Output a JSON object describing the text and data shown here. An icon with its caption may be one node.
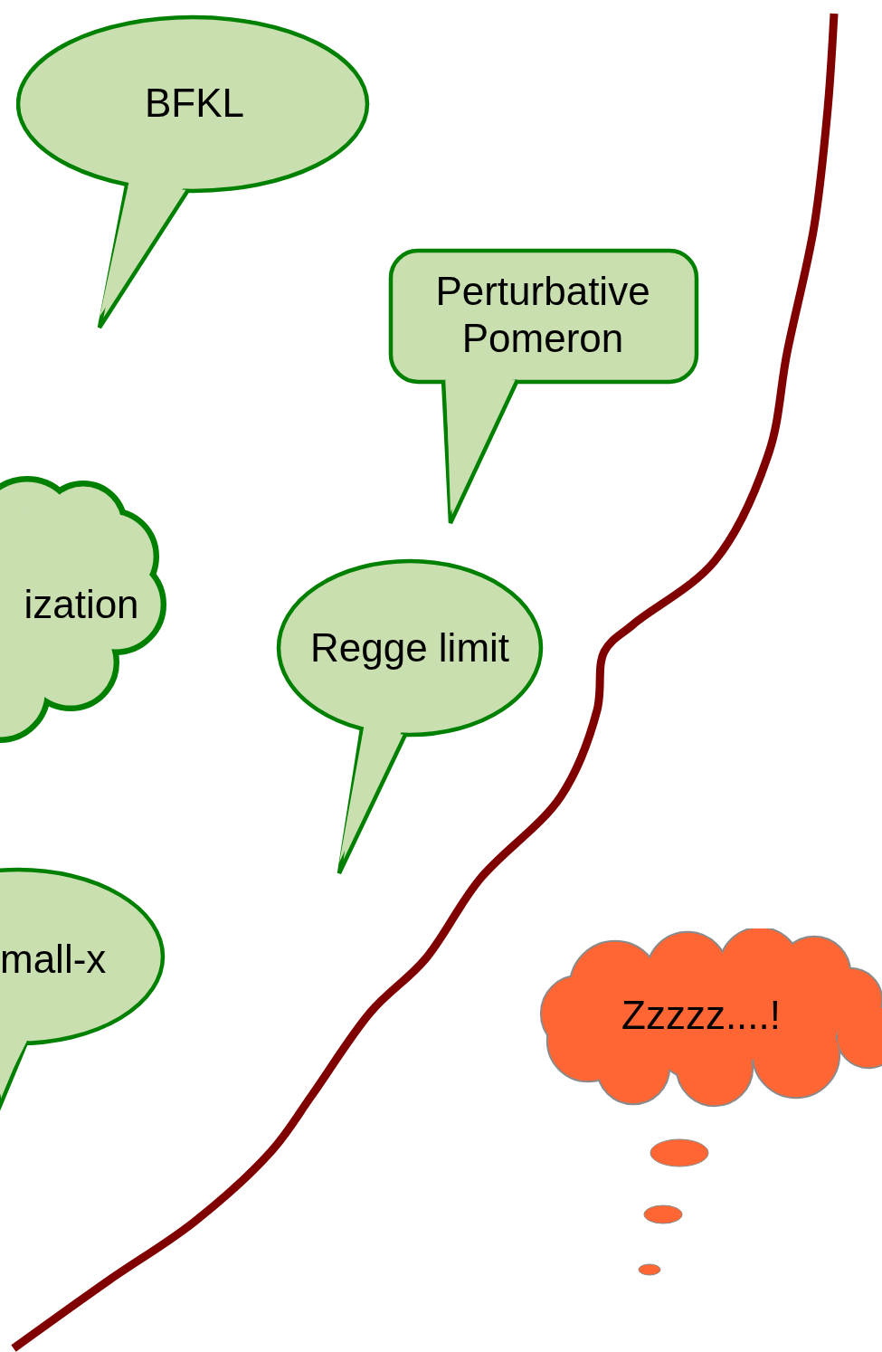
{
  "diagram": {
    "nodes": [
      {
        "text": [
          "BFKL"
        ]
      },
      {
        "text": [
          "Perturbative Pomeron"
        ]
      },
      {
        "text": [
          "ization"
        ]
      },
      {
        "text": [
          "Regge limit"
        ]
      },
      {
        "text": [
          "mall-x"
        ]
      },
      {
        "text": [
          "Zzzzz....!"
        ]
      }
    ]
  }
}
